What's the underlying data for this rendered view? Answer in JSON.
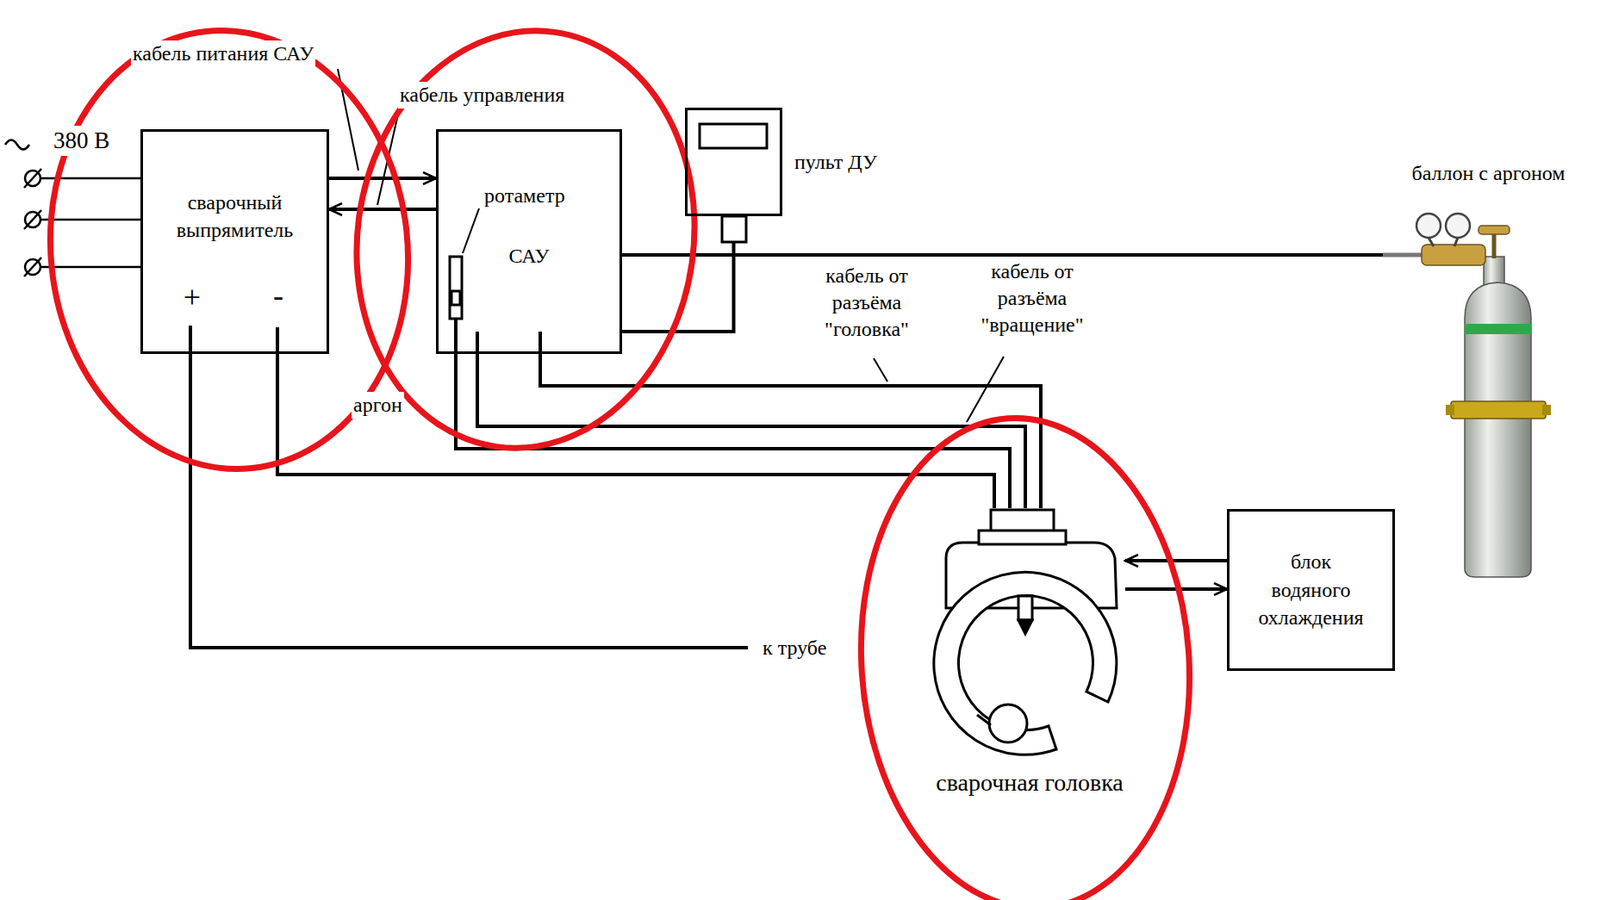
{
  "diagram": {
    "nodes": [
      {
        "text": [
          "сварочный выпрямитель",
          "+",
          "-"
        ]
      },
      {
        "text": [
          "САУ"
        ]
      },
      {
        "text": [
          "пульт ДУ"
        ]
      },
      {
        "text": [
          "баллон с аргоном"
        ]
      },
      {
        "text": [
          "сварочная головка"
        ]
      },
      {
        "text": [
          "блок водяного охлаждения"
        ]
      }
    ],
    "edges": [
      {
        "from": 0,
        "to": 1,
        "arrow": "to"
      },
      {
        "from": 1,
        "to": 0,
        "arrow": "to"
      },
      {
        "from": 2,
        "to": 1,
        "arrow": "none"
      },
      {
        "from": 1,
        "to": 3,
        "arrow": "none"
      },
      {
        "from": 0,
        "to": 4,
        "arrow": "none"
      },
      {
        "from": 1,
        "to": 4,
        "arrow": "none"
      },
      {
        "from": 1,
        "to": 4,
        "arrow": "none"
      },
      {
        "from": 1,
        "to": 4,
        "arrow": "none"
      },
      {
        "from": 5,
        "to": 4,
        "arrow": "to"
      },
      {
        "from": 4,
        "to": 5,
        "arrow": "to"
      }
    ],
    "labels": [
      "380 В",
      "кабель питания САУ",
      "кабель управления",
      "ротаметр",
      "аргон",
      "кабель от разъёма \"головка\"",
      "кабель от разъёма \"вращение\"",
      "к трубе"
    ]
  }
}
